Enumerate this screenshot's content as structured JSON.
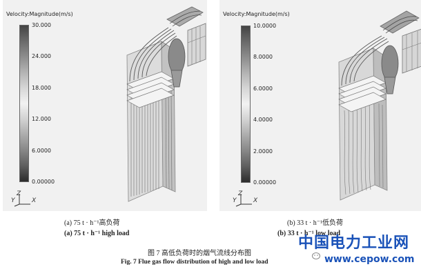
{
  "panels": [
    {
      "legend_title": "Velocity:Magnitude(m/s)",
      "ticks": [
        "30.000",
        "24.000",
        "18.000",
        "12.000",
        "6.0000",
        "0.00000"
      ],
      "axis_y": "Y",
      "axis_z": "Z",
      "axis_x": "X"
    },
    {
      "legend_title": "Velocity:Magnitude(m/s)",
      "ticks": [
        "10.0000",
        "8.0000",
        "6.0000",
        "4.0000",
        "2.0000",
        "0.00000"
      ],
      "axis_y": "Y",
      "axis_z": "Z",
      "axis_x": "X"
    }
  ],
  "captions": {
    "a_cn": "(a) 75 t · h⁻¹高负荷",
    "a_en": "(a) 75 t · h⁻¹ high load",
    "b_cn": "(b) 33 t · h⁻¹低负荷",
    "b_en": "(b) 33 t · h⁻¹ low load"
  },
  "figure": {
    "title_cn": "图 7   高低负荷时的烟气流线分布图",
    "title_en": "Fig. 7  Flue gas flow distribution of high and low load"
  },
  "watermark": {
    "site_cn": "中国电力工业网",
    "site_url": "www.cepow.com"
  }
}
